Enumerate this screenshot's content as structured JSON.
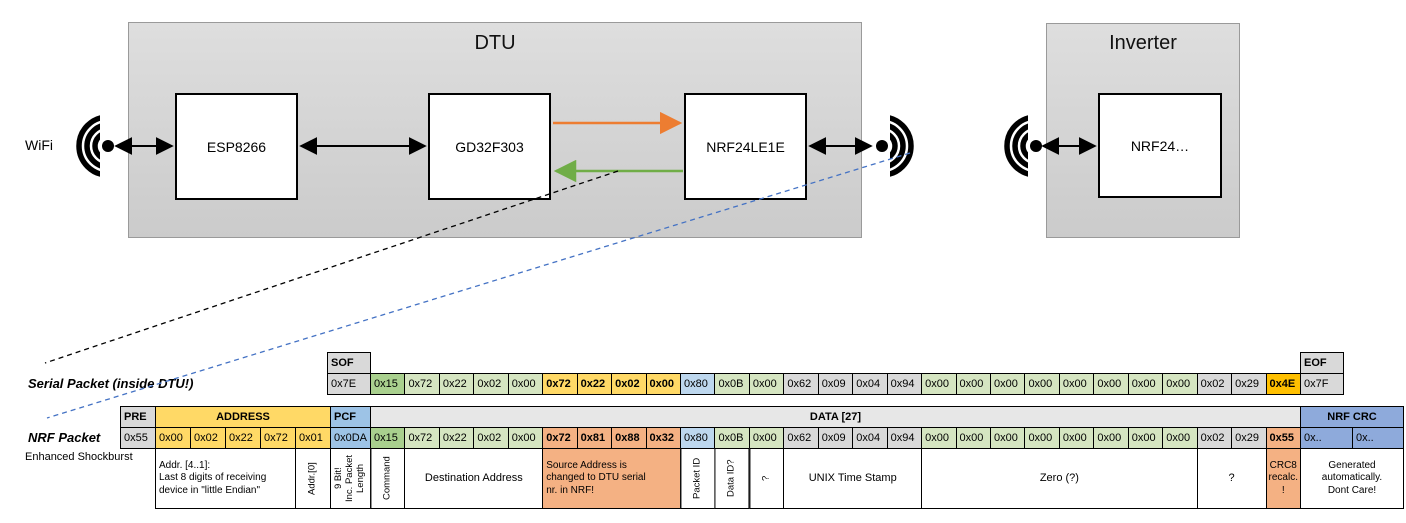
{
  "diagram": {
    "wifi_label": "WiFi",
    "dtu": {
      "title": "DTU",
      "components": {
        "esp": "ESP8266",
        "mcu": "GD32F303",
        "radio": "NRF24LE1E"
      }
    },
    "inverter": {
      "title": "Inverter",
      "component": "NRF24…"
    },
    "icons": [
      "wifi-signal-icon",
      "wifi-signal-icon",
      "wifi-signal-icon"
    ],
    "colors": {
      "orange_arrow": "#ED7D31",
      "green_arrow": "#70AD47",
      "blue_dashed_line": "#4472C4",
      "black_dashed_line": "#000000"
    }
  },
  "serial_packet": {
    "label": "Serial Packet (inside DTU!)",
    "sof": {
      "header": "SOF",
      "value": "0x7E"
    },
    "eof": {
      "header": "EOF",
      "value": "0x7F"
    },
    "bytes": [
      {
        "v": "0x15",
        "k": "cmd"
      },
      {
        "v": "0x72",
        "k": "lite"
      },
      {
        "v": "0x22",
        "k": "lite"
      },
      {
        "v": "0x02",
        "k": "lite"
      },
      {
        "v": "0x00",
        "k": "lite"
      },
      {
        "v": "0x72",
        "k": "gold",
        "b": true
      },
      {
        "v": "0x22",
        "k": "gold",
        "b": true
      },
      {
        "v": "0x02",
        "k": "gold",
        "b": true
      },
      {
        "v": "0x00",
        "k": "gold",
        "b": true
      },
      {
        "v": "0x80",
        "k": "blue"
      },
      {
        "v": "0x0B",
        "k": "lite"
      },
      {
        "v": "0x00",
        "k": "lite"
      },
      {
        "v": "0x62",
        "k": "gray"
      },
      {
        "v": "0x09",
        "k": "gray"
      },
      {
        "v": "0x04",
        "k": "gray"
      },
      {
        "v": "0x94",
        "k": "gray"
      },
      {
        "v": "0x00",
        "k": "lite"
      },
      {
        "v": "0x00",
        "k": "lite"
      },
      {
        "v": "0x00",
        "k": "lite"
      },
      {
        "v": "0x00",
        "k": "lite"
      },
      {
        "v": "0x00",
        "k": "lite"
      },
      {
        "v": "0x00",
        "k": "lite"
      },
      {
        "v": "0x00",
        "k": "lite"
      },
      {
        "v": "0x00",
        "k": "lite"
      },
      {
        "v": "0x02",
        "k": "gray"
      },
      {
        "v": "0x29",
        "k": "gray"
      },
      {
        "v": "0x4E",
        "k": "amber",
        "b": true
      }
    ]
  },
  "nrf_packet": {
    "label": "NRF Packet",
    "sub_label": "Enhanced Shockburst",
    "pre": {
      "header": "PRE",
      "value": "0x55"
    },
    "address": {
      "header": "ADDRESS",
      "values": [
        "0x00",
        "0x02",
        "0x22",
        "0x72",
        "0x01"
      ]
    },
    "pcf": {
      "header": "PCF",
      "value": "0x0DA"
    },
    "data_header": "DATA [27]",
    "bytes": [
      {
        "v": "0x15",
        "k": "cmd"
      },
      {
        "v": "0x72",
        "k": "lite"
      },
      {
        "v": "0x22",
        "k": "lite"
      },
      {
        "v": "0x02",
        "k": "lite"
      },
      {
        "v": "0x00",
        "k": "lite"
      },
      {
        "v": "0x72",
        "k": "salmon",
        "b": true
      },
      {
        "v": "0x81",
        "k": "salmon",
        "b": true
      },
      {
        "v": "0x88",
        "k": "salmon",
        "b": true
      },
      {
        "v": "0x32",
        "k": "salmon",
        "b": true
      },
      {
        "v": "0x80",
        "k": "blue"
      },
      {
        "v": "0x0B",
        "k": "lite"
      },
      {
        "v": "0x00",
        "k": "lite"
      },
      {
        "v": "0x62",
        "k": "gray"
      },
      {
        "v": "0x09",
        "k": "gray"
      },
      {
        "v": "0x04",
        "k": "gray"
      },
      {
        "v": "0x94",
        "k": "gray"
      },
      {
        "v": "0x00",
        "k": "lite"
      },
      {
        "v": "0x00",
        "k": "lite"
      },
      {
        "v": "0x00",
        "k": "lite"
      },
      {
        "v": "0x00",
        "k": "lite"
      },
      {
        "v": "0x00",
        "k": "lite"
      },
      {
        "v": "0x00",
        "k": "lite"
      },
      {
        "v": "0x00",
        "k": "lite"
      },
      {
        "v": "0x00",
        "k": "lite"
      },
      {
        "v": "0x02",
        "k": "gray"
      },
      {
        "v": "0x29",
        "k": "gray"
      },
      {
        "v": "0x55",
        "k": "salmon",
        "b": true
      }
    ],
    "crc": {
      "header": "NRF CRC",
      "values": [
        "0x..",
        "0x.."
      ]
    }
  },
  "annotations": {
    "addr41": "Addr. [4..1]:\nLast 8 digits of receiving\ndevice in \"little Endian\"",
    "addr0": "Addr.[0]",
    "pcf": "9 Bit!\nInc. Packet\nLength",
    "command": "Command",
    "dest": "Destination Address",
    "source": "Source Address is\nchanged to DTU serial\nnr. in NRF!",
    "packet_id": "Packet ID",
    "data_id": "Data ID?",
    "q1": "?",
    "unix": "UNIX Time Stamp",
    "zero": "Zero (?)",
    "q2": "?",
    "crc8": "CRC8\nrecalc.\n!",
    "generated": "Generated\nautomatically.\nDont Care!"
  }
}
